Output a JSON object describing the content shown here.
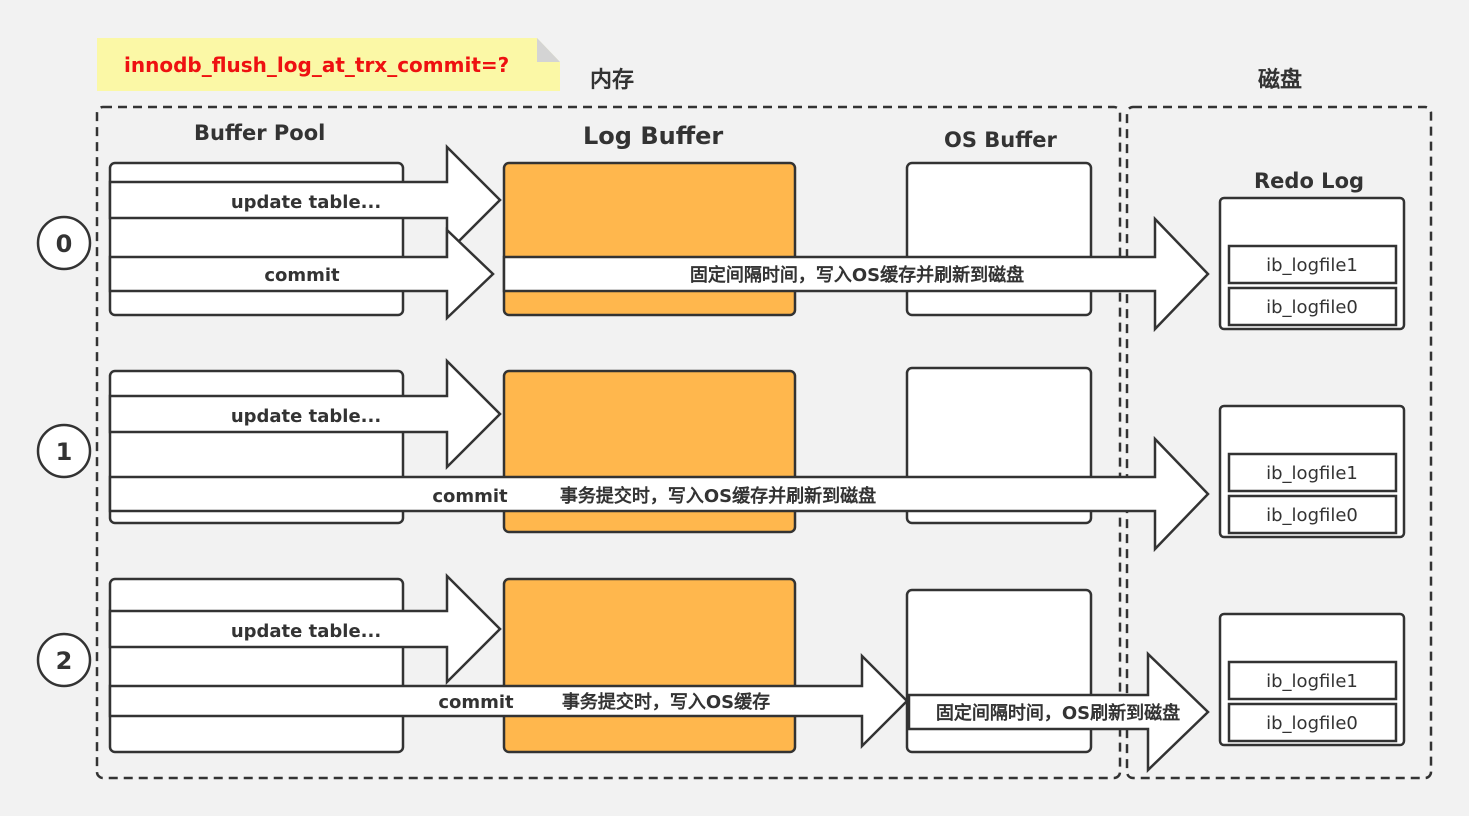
{
  "note": {
    "text": "innodb_flush_log_at_trx_commit=?"
  },
  "sections": {
    "memory": "内存",
    "disk": "磁盘"
  },
  "columns": {
    "buffer_pool": "Buffer Pool",
    "log_buffer": "Log Buffer",
    "os_buffer": "OS Buffer",
    "redo_log": "Redo Log"
  },
  "rows": [
    {
      "mode": "0",
      "update": "update table...",
      "commit": "commit",
      "flush": "固定间隔时间，写入OS缓存并刷新到磁盘",
      "file1": "ib_logfile1",
      "file0": "ib_logfile0"
    },
    {
      "mode": "1",
      "update": "update table...",
      "commit": "commit",
      "flush": "事务提交时，写入OS缓存并刷新到磁盘",
      "file1": "ib_logfile1",
      "file0": "ib_logfile0"
    },
    {
      "mode": "2",
      "update": "update table...",
      "commit": "commit",
      "flush": "事务提交时，写入OS缓存",
      "os_flush": "固定间隔时间，OS刷新到磁盘",
      "file1": "ib_logfile1",
      "file0": "ib_logfile0"
    }
  ],
  "colors": {
    "log_buffer_fill": "#ffb74d",
    "note_fill": "#fbf8a6",
    "note_text": "#ee1111",
    "stroke": "#333333"
  }
}
